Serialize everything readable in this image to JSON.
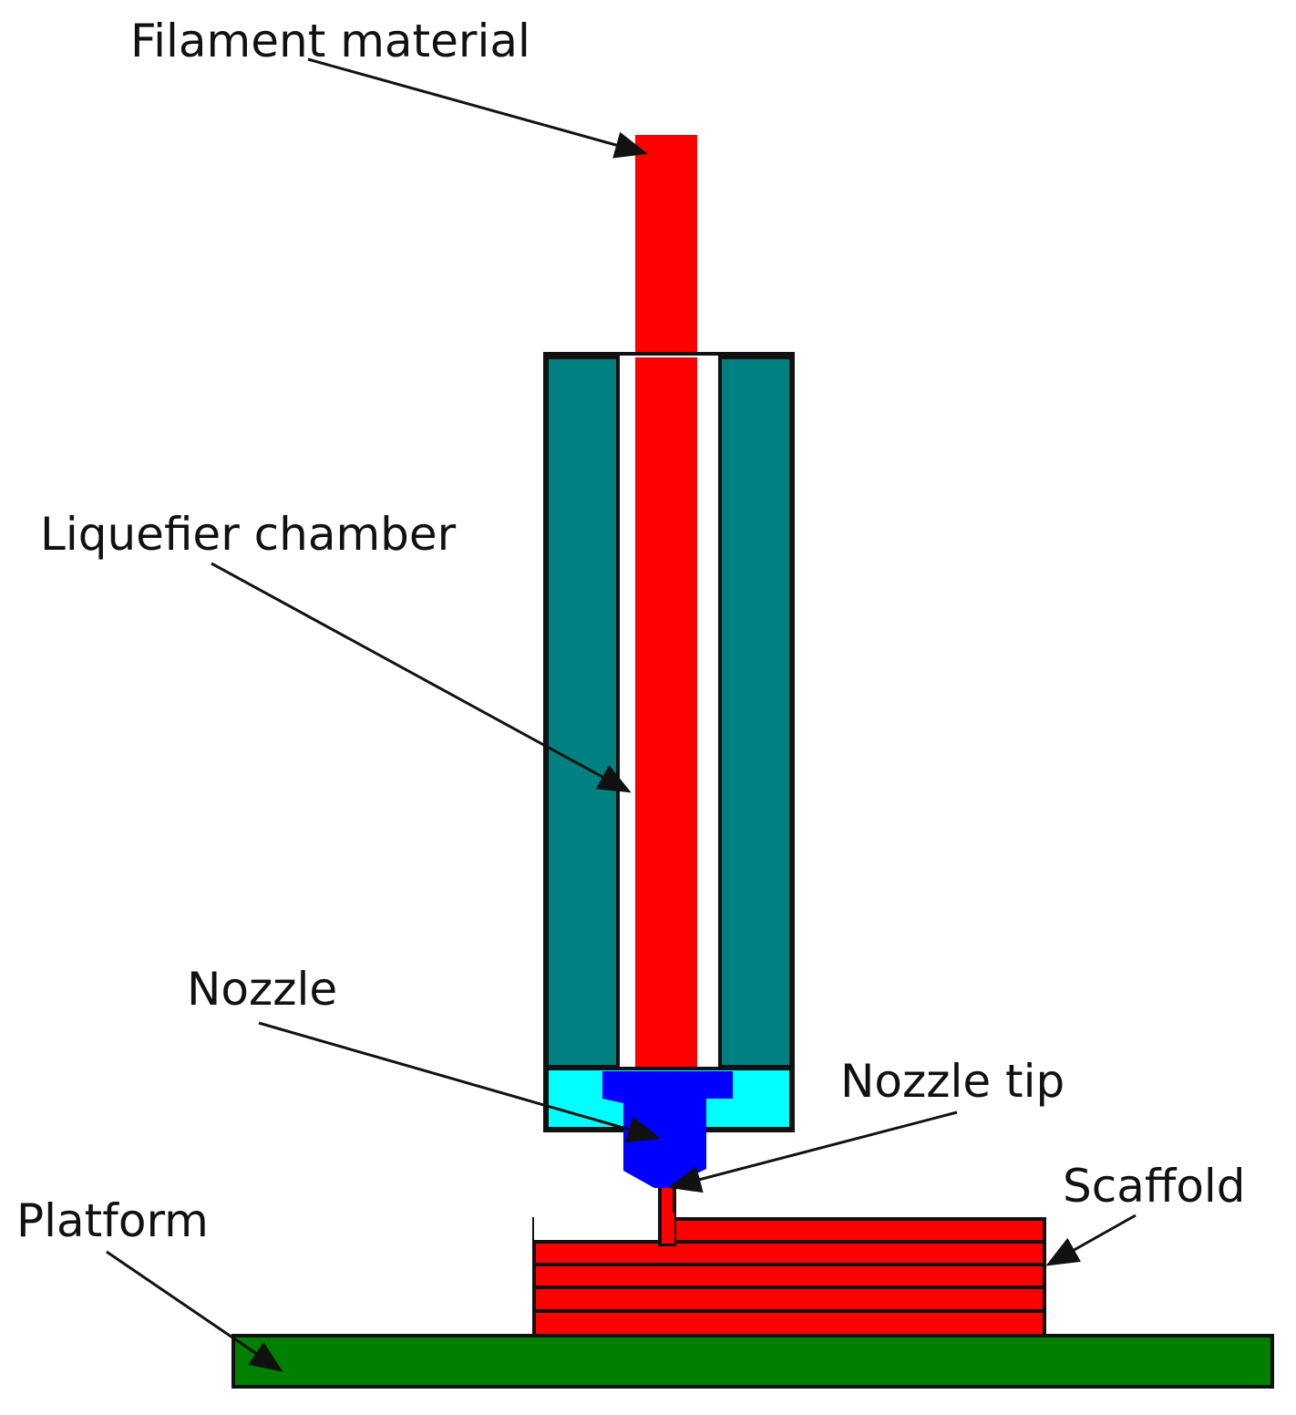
{
  "labels": {
    "filament": "Filament material",
    "liquefier": "Liquefier chamber",
    "nozzle": "Nozzle",
    "nozzle_tip": "Nozzle tip",
    "scaffold": "Scaffold",
    "platform": "Platform"
  },
  "colors": {
    "filament": "#ff0000",
    "heater": "#008080",
    "nozzle_block": "#00ffff",
    "nozzle": "#0000ff",
    "platform": "#008000",
    "outline": "#111111",
    "background": "#ffffff"
  },
  "scaffold_layers": 5
}
